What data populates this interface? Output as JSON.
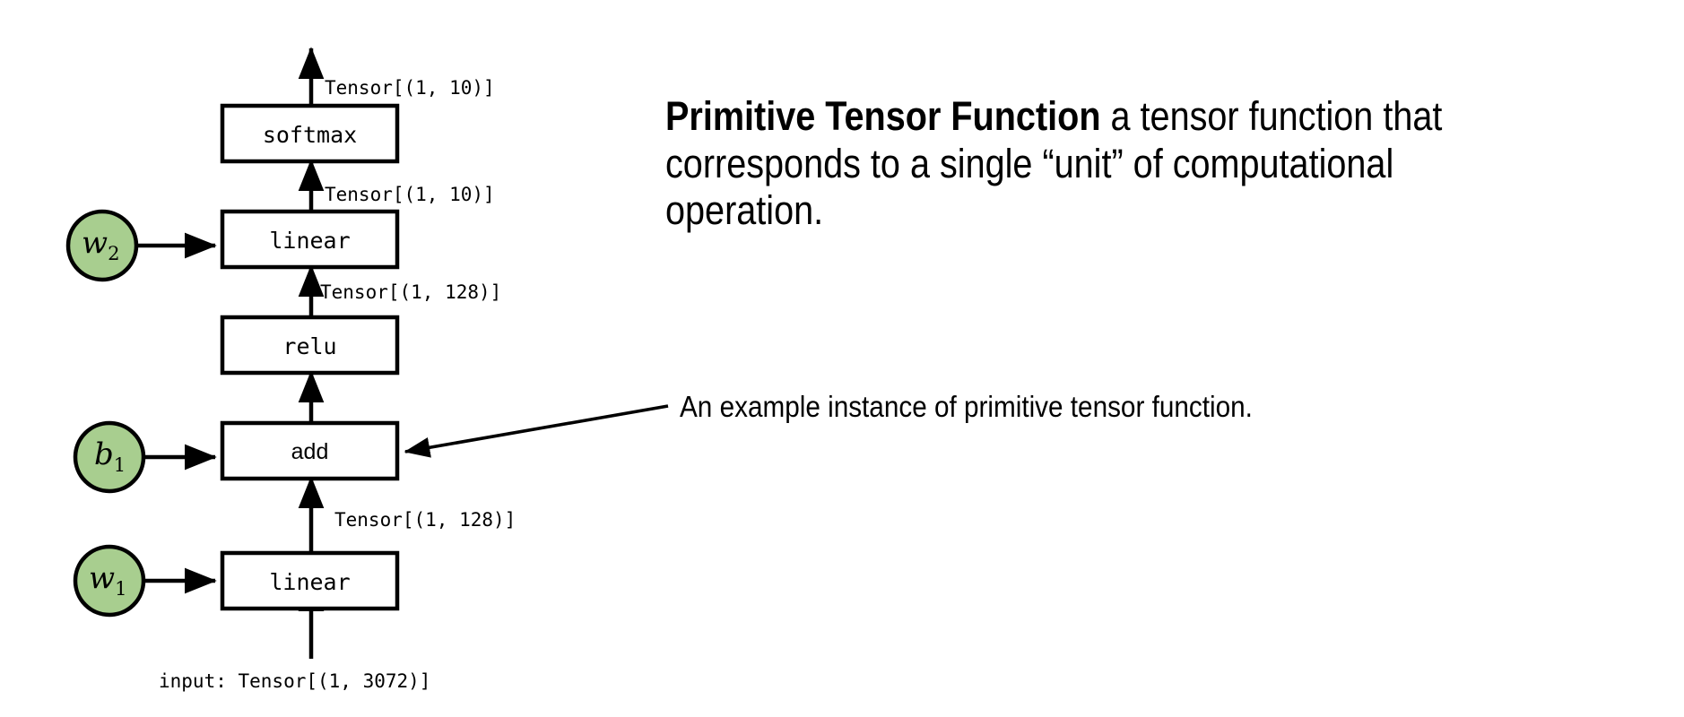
{
  "diagram": {
    "title": "primitive-tensor-function-dataflow",
    "colors": {
      "node_fill": "#a8ce8f",
      "stroke": "#000000",
      "box_fill": "#ffffff",
      "background": "#ffffff"
    },
    "input_label": "input: Tensor[(1, 3072)]",
    "ops": [
      {
        "id": "linear-1",
        "label": "linear",
        "font": "mono"
      },
      {
        "id": "add",
        "label": "add",
        "font": "sans"
      },
      {
        "id": "relu",
        "label": "relu",
        "font": "mono"
      },
      {
        "id": "linear-2",
        "label": "linear",
        "font": "mono"
      },
      {
        "id": "softmax",
        "label": "softmax",
        "font": "mono"
      }
    ],
    "params": [
      {
        "id": "w1",
        "symbol": "w",
        "subscript": "1"
      },
      {
        "id": "b1",
        "symbol": "b",
        "subscript": "1"
      },
      {
        "id": "w2",
        "symbol": "w",
        "subscript": "2"
      }
    ],
    "edges": [
      {
        "id": "edge-linear1-add",
        "label": "Tensor[(1, 128)]"
      },
      {
        "id": "edge-relu-linear2",
        "label": "Tensor[(1, 128)]"
      },
      {
        "id": "edge-linear2-softmax",
        "label": "Tensor[(1, 10)]"
      },
      {
        "id": "edge-softmax-output",
        "label": "Tensor[(1, 10)]"
      }
    ]
  },
  "definition": {
    "term": "Primitive Tensor Function",
    "body": " a tensor function that corresponds to a single “unit” of computational operation."
  },
  "annotation": {
    "text": "An example instance of primitive tensor function."
  }
}
